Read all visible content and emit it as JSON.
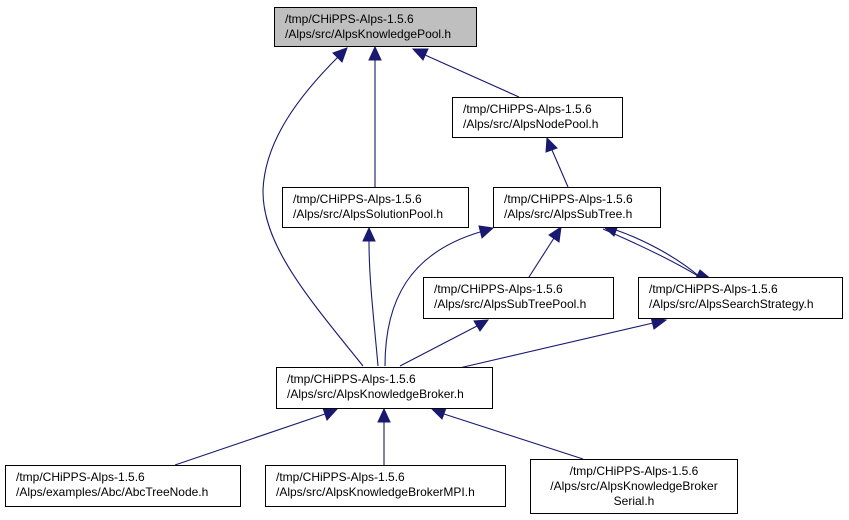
{
  "graph": {
    "edge_color": "#191970",
    "root_fill": "#bfbfbf",
    "nodes": [
      {
        "id": "pool",
        "lines": [
          "/tmp/CHiPPS-Alps-1.5.6",
          "/Alps/src/AlpsKnowledgePool.h"
        ]
      },
      {
        "id": "nodepool",
        "lines": [
          "/tmp/CHiPPS-Alps-1.5.6",
          "/Alps/src/AlpsNodePool.h"
        ]
      },
      {
        "id": "solution",
        "lines": [
          "/tmp/CHiPPS-Alps-1.5.6",
          "/Alps/src/AlpsSolutionPool.h"
        ]
      },
      {
        "id": "subtree",
        "lines": [
          "/tmp/CHiPPS-Alps-1.5.6",
          "/Alps/src/AlpsSubTree.h"
        ]
      },
      {
        "id": "subtreepool",
        "lines": [
          "/tmp/CHiPPS-Alps-1.5.6",
          "/Alps/src/AlpsSubTreePool.h"
        ]
      },
      {
        "id": "search",
        "lines": [
          "/tmp/CHiPPS-Alps-1.5.6",
          "/Alps/src/AlpsSearchStrategy.h"
        ]
      },
      {
        "id": "broker",
        "lines": [
          "/tmp/CHiPPS-Alps-1.5.6",
          "/Alps/src/AlpsKnowledgeBroker.h"
        ]
      },
      {
        "id": "abc",
        "lines": [
          "/tmp/CHiPPS-Alps-1.5.6",
          "/Alps/examples/Abc/AbcTreeNode.h"
        ]
      },
      {
        "id": "mpi",
        "lines": [
          "/tmp/CHiPPS-Alps-1.5.6",
          "/Alps/src/AlpsKnowledgeBrokerMPI.h"
        ]
      },
      {
        "id": "serial",
        "lines": [
          "/tmp/CHiPPS-Alps-1.5.6",
          "/Alps/src/AlpsKnowledgeBroker",
          "Serial.h"
        ]
      }
    ]
  }
}
